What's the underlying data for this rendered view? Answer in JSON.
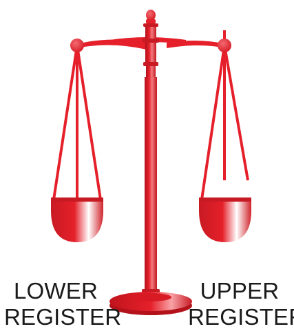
{
  "figure": {
    "icon": "balance-scale",
    "accent_color": "#e5202a",
    "left_label": {
      "line1": "LOWER",
      "line2": "REGISTER"
    },
    "right_label": {
      "line1": "UPPER",
      "line2": "REGISTER"
    }
  }
}
